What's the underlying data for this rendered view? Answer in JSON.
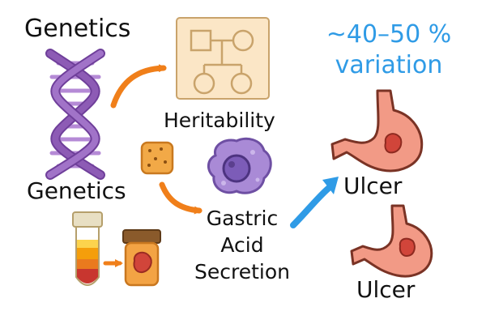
{
  "title": "Genetics",
  "dna_label": "Genetics",
  "heritability_label": "Heritability",
  "acid_label": {
    "line1": "Gastric",
    "line2": "Acid",
    "line3": "Secretion"
  },
  "ulcer_label_1": "Ulcer",
  "ulcer_label_2": "Ulcer",
  "variation": {
    "line1": "~40–50 %",
    "line2": "variation"
  },
  "icons": [
    "dna-icon",
    "pedigree-chart-icon",
    "cracker-icon",
    "parietal-cell-icon",
    "blood-tube-icon",
    "specimen-jar-icon",
    "stomach-ulcer-icon"
  ],
  "colors": {
    "dna": "#8d5bb5",
    "arrow_orange": "#f07f1a",
    "arrow_blue": "#2f9be6",
    "stomach": "#f29a86",
    "ulcer": "#d1453a",
    "pedigree_bg": "#fbe6c6",
    "cell": "#9d7ccf"
  }
}
